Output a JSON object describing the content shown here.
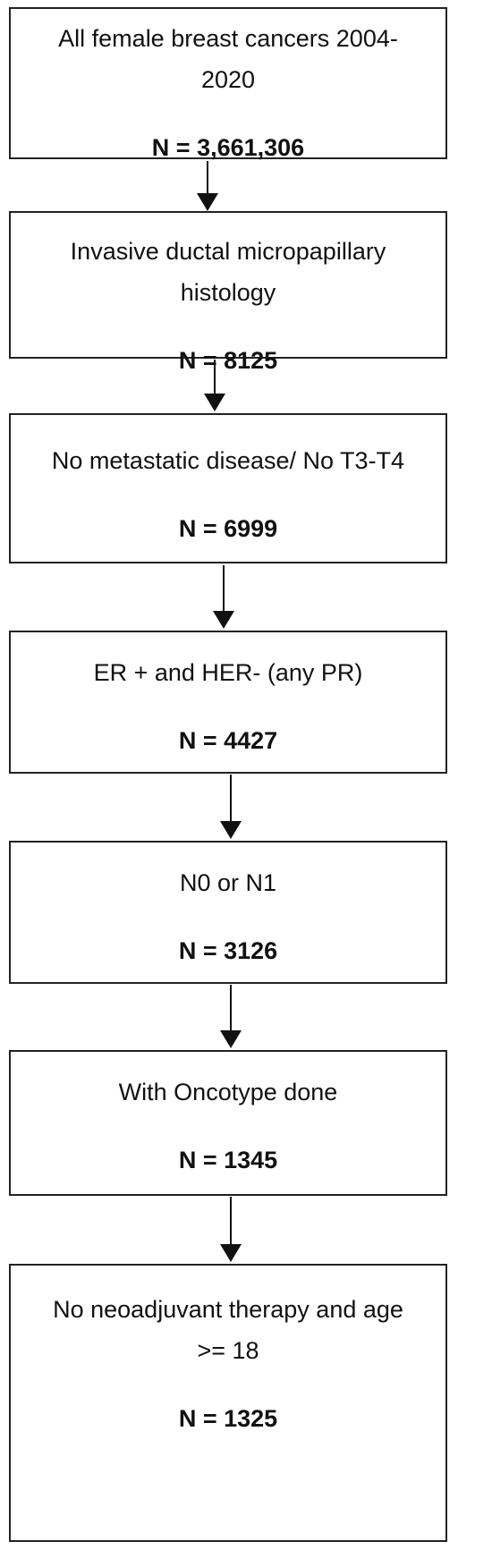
{
  "flowchart": {
    "steps": [
      {
        "label": "All female breast cancers 2004-\n2020",
        "count": "N = 3,661,306"
      },
      {
        "label": "Invasive ductal micropapillary\nhistology",
        "count": "N = 8125"
      },
      {
        "label": "No metastatic disease/ No T3-T4",
        "count": "N = 6999"
      },
      {
        "label": "ER + and HER- (any PR)",
        "count": "N = 4427"
      },
      {
        "label": "N0 or N1",
        "count": "N = 3126"
      },
      {
        "label": "With Oncotype done",
        "count": "N = 1345"
      },
      {
        "label": "No neoadjuvant therapy and age\n>= 18",
        "count": "N = 1325"
      }
    ]
  }
}
